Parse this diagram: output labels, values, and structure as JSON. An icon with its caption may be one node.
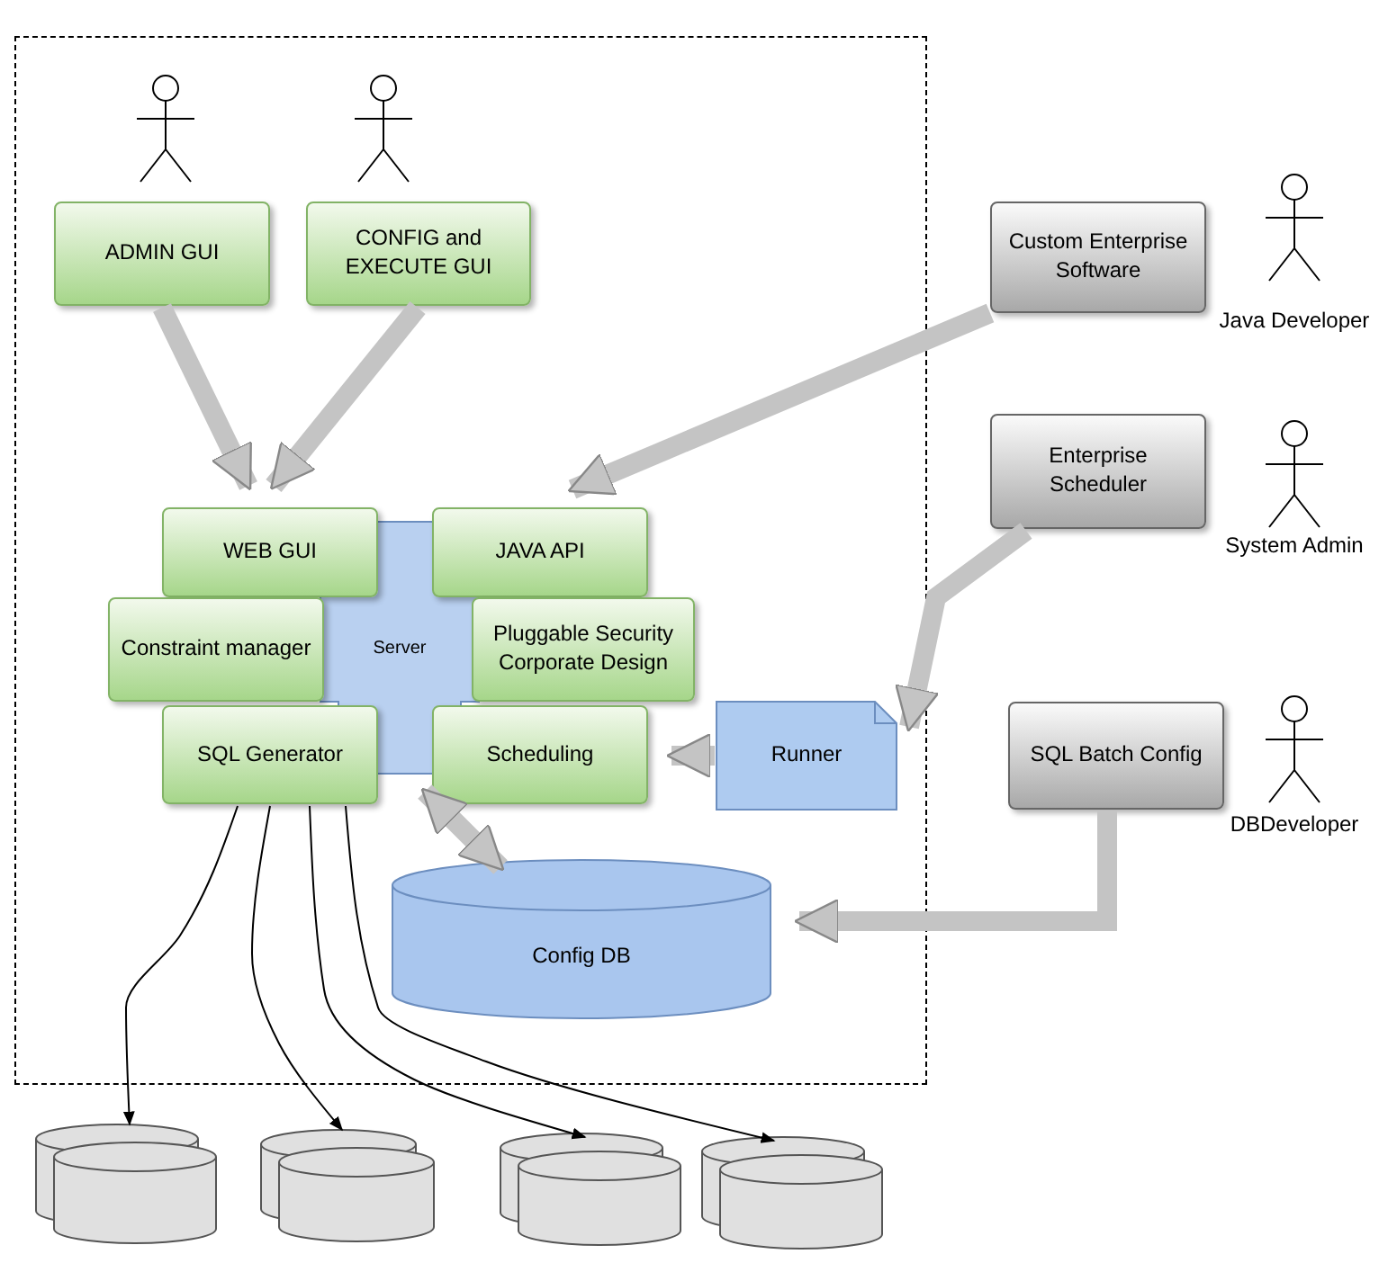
{
  "diagram": {
    "nodes": [
      {
        "text": [],
        "shape": "box"
      },
      {
        "text": [],
        "shape": "person",
        "in": 0
      },
      {
        "text": [],
        "shape": "person",
        "in": 0
      },
      {
        "text": [
          "ADMIN GUI"
        ],
        "in": 0
      },
      {
        "text": [
          "CONFIG and EXECUTE GUI"
        ],
        "in": 0
      },
      {
        "text": [
          "Server"
        ],
        "in": 0
      },
      {
        "text": [
          "WEB GUI"
        ],
        "in": 0
      },
      {
        "text": [
          "JAVA API"
        ],
        "in": 0
      },
      {
        "text": [
          "Constraint manager"
        ],
        "in": 0
      },
      {
        "text": [
          "Pluggable Security Corporate Design"
        ],
        "in": 0
      },
      {
        "text": [
          "SQL Generator"
        ],
        "in": 0
      },
      {
        "text": [
          "Scheduling"
        ],
        "in": 0
      },
      {
        "text": [
          "Config DB"
        ],
        "in": 0
      },
      {
        "text": [
          "Runner"
        ],
        "in": 0
      },
      {
        "text": [
          "Custom Enterprise Software"
        ]
      },
      {
        "text": [
          "Enterprise Scheduler"
        ]
      },
      {
        "text": [
          "SQL Batch Config"
        ]
      },
      {
        "text": [
          "Java Developer"
        ]
      },
      {
        "text": [
          "System Admin"
        ]
      },
      {
        "text": [
          "DBDeveloper"
        ]
      },
      {
        "text": [],
        "shape": "cylinder"
      },
      {
        "text": [],
        "shape": "cylinder"
      },
      {
        "text": [],
        "shape": "cylinder"
      },
      {
        "text": [],
        "shape": "cylinder"
      }
    ],
    "edges": [
      {
        "from": 3,
        "to": 6,
        "arrow": "to"
      },
      {
        "from": 4,
        "to": 6,
        "arrow": "to"
      },
      {
        "from": 14,
        "to": 7,
        "arrow": "to"
      },
      {
        "from": 15,
        "to": 13,
        "arrow": "to"
      },
      {
        "from": 13,
        "to": 11,
        "arrow": "to"
      },
      {
        "from": 5,
        "to": 12,
        "arrow": "both"
      },
      {
        "from": 16,
        "to": 12,
        "arrow": "to"
      },
      {
        "from": 10,
        "to": 20,
        "arrow": "to",
        "color": "#000000"
      },
      {
        "from": 10,
        "to": 21,
        "arrow": "to",
        "color": "#000000"
      },
      {
        "from": 10,
        "to": 22,
        "arrow": "to",
        "color": "#000000"
      },
      {
        "from": 10,
        "to": 23,
        "arrow": "to",
        "color": "#000000"
      }
    ]
  }
}
